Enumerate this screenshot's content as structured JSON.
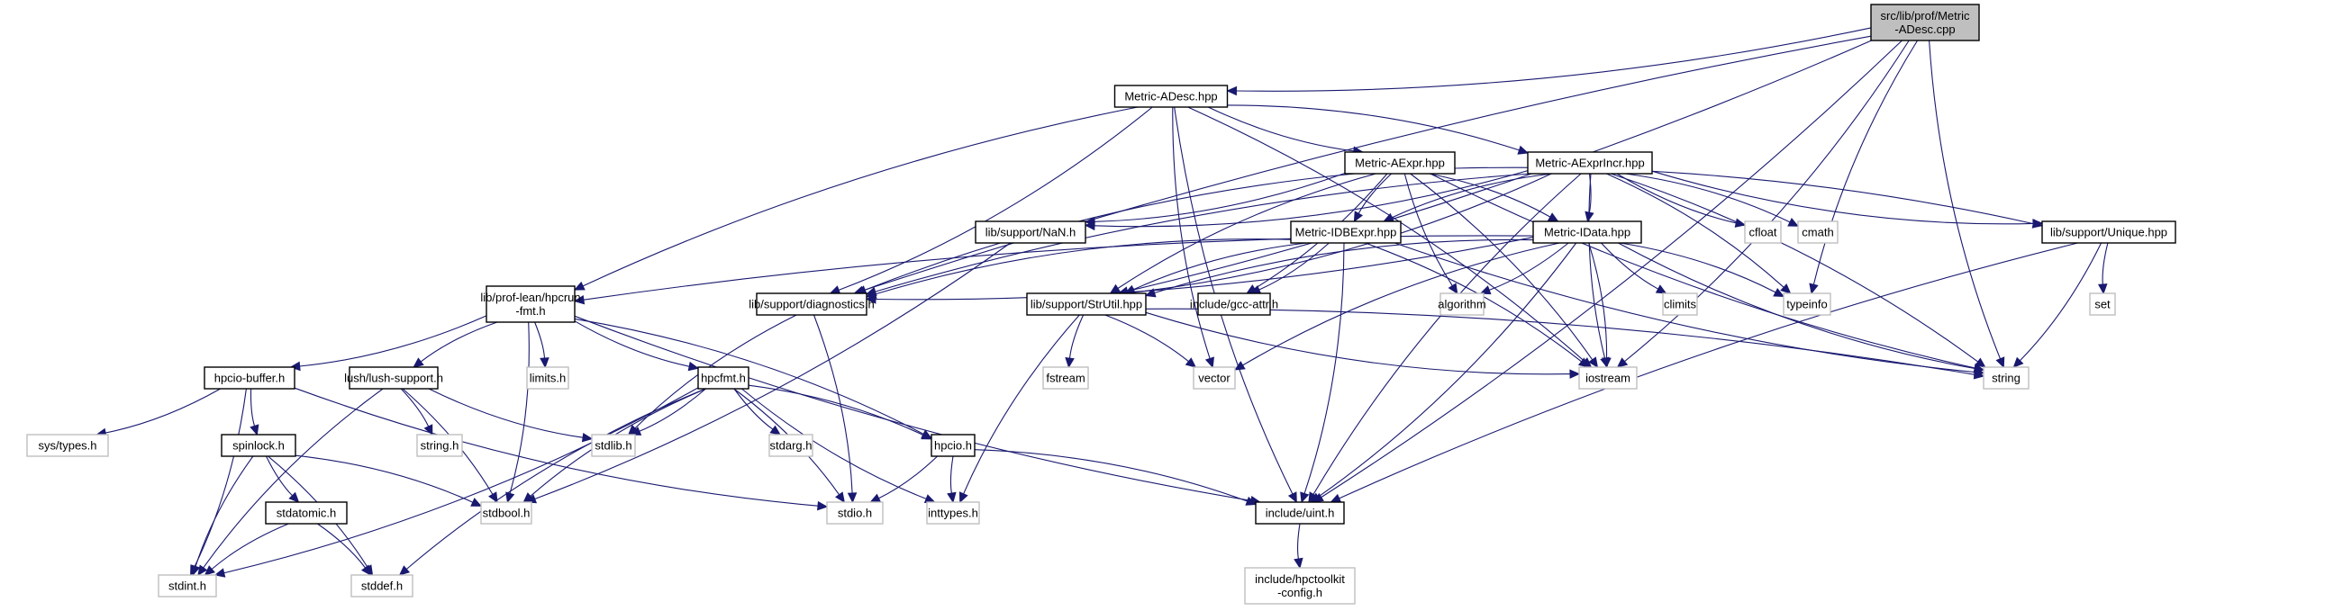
{
  "diagram": {
    "title": "Include dependency graph for src/lib/prof/Metric-ADesc.cpp",
    "colors": {
      "edge": "#191970",
      "root_fill": "#bfbfbf",
      "doc_border": "#000000",
      "sys_border": "#bfbfbf"
    },
    "nodes": [
      {
        "id": "root",
        "label": [
          "src/lib/prof/Metric",
          "-ADesc.cpp"
        ],
        "kind": "root"
      },
      {
        "id": "adesc",
        "label": [
          "Metric-ADesc.hpp"
        ],
        "kind": "doc"
      },
      {
        "id": "aexpr",
        "label": [
          "Metric-AExpr.hpp"
        ],
        "kind": "doc"
      },
      {
        "id": "aexprincr",
        "label": [
          "Metric-AExprIncr.hpp"
        ],
        "kind": "doc"
      },
      {
        "id": "nan",
        "label": [
          "lib/support/NaN.h"
        ],
        "kind": "doc"
      },
      {
        "id": "idbexpr",
        "label": [
          "Metric-IDBExpr.hpp"
        ],
        "kind": "doc"
      },
      {
        "id": "idata",
        "label": [
          "Metric-IData.hpp"
        ],
        "kind": "doc"
      },
      {
        "id": "cfloat",
        "label": [
          "cfloat"
        ],
        "kind": "sys"
      },
      {
        "id": "cmath",
        "label": [
          "cmath"
        ],
        "kind": "sys"
      },
      {
        "id": "unique",
        "label": [
          "lib/support/Unique.hpp"
        ],
        "kind": "doc"
      },
      {
        "id": "hpcrunfmt",
        "label": [
          "lib/prof-lean/hpcrun",
          "-fmt.h"
        ],
        "kind": "doc"
      },
      {
        "id": "diagnostics",
        "label": [
          "lib/support/diagnostics.h"
        ],
        "kind": "doc"
      },
      {
        "id": "strutil",
        "label": [
          "lib/support/StrUtil.hpp"
        ],
        "kind": "doc"
      },
      {
        "id": "gccattr",
        "label": [
          "include/gcc-attr.h"
        ],
        "kind": "doc"
      },
      {
        "id": "algorithm",
        "label": [
          "algorithm"
        ],
        "kind": "sys"
      },
      {
        "id": "climits",
        "label": [
          "climits"
        ],
        "kind": "sys"
      },
      {
        "id": "typeinfo",
        "label": [
          "typeinfo"
        ],
        "kind": "sys"
      },
      {
        "id": "set",
        "label": [
          "set"
        ],
        "kind": "sys"
      },
      {
        "id": "hpciobuffer",
        "label": [
          "hpcio-buffer.h"
        ],
        "kind": "doc"
      },
      {
        "id": "lush",
        "label": [
          "lush/lush-support.h"
        ],
        "kind": "doc"
      },
      {
        "id": "limits",
        "label": [
          "limits.h"
        ],
        "kind": "sys"
      },
      {
        "id": "hpcfmt",
        "label": [
          "hpcfmt.h"
        ],
        "kind": "doc"
      },
      {
        "id": "fstream",
        "label": [
          "fstream"
        ],
        "kind": "sys"
      },
      {
        "id": "vector",
        "label": [
          "vector"
        ],
        "kind": "sys"
      },
      {
        "id": "iostream",
        "label": [
          "iostream"
        ],
        "kind": "sys"
      },
      {
        "id": "string",
        "label": [
          "string"
        ],
        "kind": "sys"
      },
      {
        "id": "systypes",
        "label": [
          "sys/types.h"
        ],
        "kind": "sys"
      },
      {
        "id": "spinlock",
        "label": [
          "spinlock.h"
        ],
        "kind": "doc"
      },
      {
        "id": "stringh",
        "label": [
          "string.h"
        ],
        "kind": "sys"
      },
      {
        "id": "stdlib",
        "label": [
          "stdlib.h"
        ],
        "kind": "sys"
      },
      {
        "id": "stdarg",
        "label": [
          "stdarg.h"
        ],
        "kind": "sys"
      },
      {
        "id": "hpcio",
        "label": [
          "hpcio.h"
        ],
        "kind": "doc"
      },
      {
        "id": "stdatomic",
        "label": [
          "stdatomic.h"
        ],
        "kind": "doc"
      },
      {
        "id": "stdbool",
        "label": [
          "stdbool.h"
        ],
        "kind": "sys"
      },
      {
        "id": "stdio",
        "label": [
          "stdio.h"
        ],
        "kind": "sys"
      },
      {
        "id": "inttypes",
        "label": [
          "inttypes.h"
        ],
        "kind": "sys"
      },
      {
        "id": "uint",
        "label": [
          "include/uint.h"
        ],
        "kind": "doc"
      },
      {
        "id": "stdint",
        "label": [
          "stdint.h"
        ],
        "kind": "sys"
      },
      {
        "id": "stddef",
        "label": [
          "stddef.h"
        ],
        "kind": "sys"
      },
      {
        "id": "hpctoolkitconfig",
        "label": [
          "include/hpctoolkit",
          "-config.h"
        ],
        "kind": "sys"
      }
    ],
    "edges": [
      [
        "root",
        "adesc"
      ],
      [
        "root",
        "diagnostics"
      ],
      [
        "root",
        "strutil"
      ],
      [
        "root",
        "typeinfo"
      ],
      [
        "root",
        "iostream"
      ],
      [
        "root",
        "string"
      ],
      [
        "root",
        "uint"
      ],
      [
        "adesc",
        "aexpr"
      ],
      [
        "adesc",
        "aexprincr"
      ],
      [
        "adesc",
        "hpcrunfmt"
      ],
      [
        "adesc",
        "diagnostics"
      ],
      [
        "adesc",
        "vector"
      ],
      [
        "adesc",
        "iostream"
      ],
      [
        "adesc",
        "uint"
      ],
      [
        "aexpr",
        "nan"
      ],
      [
        "aexpr",
        "idbexpr"
      ],
      [
        "aexpr",
        "idata"
      ],
      [
        "aexpr",
        "strutil"
      ],
      [
        "aexpr",
        "gccattr"
      ],
      [
        "aexpr",
        "algorithm"
      ],
      [
        "aexpr",
        "iostream"
      ],
      [
        "aexpr",
        "string"
      ],
      [
        "aexpr",
        "unique"
      ],
      [
        "aexpr",
        "diagnostics"
      ],
      [
        "aexprincr",
        "nan"
      ],
      [
        "aexprincr",
        "idbexpr"
      ],
      [
        "aexprincr",
        "idata"
      ],
      [
        "aexprincr",
        "cfloat"
      ],
      [
        "aexprincr",
        "cmath"
      ],
      [
        "aexprincr",
        "unique"
      ],
      [
        "aexprincr",
        "strutil"
      ],
      [
        "aexprincr",
        "diagnostics"
      ],
      [
        "aexprincr",
        "typeinfo"
      ],
      [
        "aexprincr",
        "iostream"
      ],
      [
        "aexprincr",
        "string"
      ],
      [
        "aexprincr",
        "uint"
      ],
      [
        "nan",
        "stdbool"
      ],
      [
        "idbexpr",
        "strutil"
      ],
      [
        "idbexpr",
        "gccattr"
      ],
      [
        "idbexpr",
        "diagnostics"
      ],
      [
        "idbexpr",
        "iostream"
      ],
      [
        "idbexpr",
        "string"
      ],
      [
        "idbexpr",
        "uint"
      ],
      [
        "idata",
        "hpcrunfmt"
      ],
      [
        "idata",
        "diagnostics"
      ],
      [
        "idata",
        "strutil"
      ],
      [
        "idata",
        "algorithm"
      ],
      [
        "idata",
        "climits"
      ],
      [
        "idata",
        "typeinfo"
      ],
      [
        "idata",
        "vector"
      ],
      [
        "idata",
        "iostream"
      ],
      [
        "idata",
        "string"
      ],
      [
        "idata",
        "uint"
      ],
      [
        "unique",
        "set"
      ],
      [
        "unique",
        "string"
      ],
      [
        "unique",
        "uint"
      ],
      [
        "hpcrunfmt",
        "hpciobuffer"
      ],
      [
        "hpcrunfmt",
        "lush"
      ],
      [
        "hpcrunfmt",
        "limits"
      ],
      [
        "hpcrunfmt",
        "hpcfmt"
      ],
      [
        "hpcrunfmt",
        "hpcio"
      ],
      [
        "hpcrunfmt",
        "uint"
      ],
      [
        "hpcrunfmt",
        "stdbool"
      ],
      [
        "diagnostics",
        "stdlib"
      ],
      [
        "diagnostics",
        "stdio"
      ],
      [
        "strutil",
        "fstream"
      ],
      [
        "strutil",
        "vector"
      ],
      [
        "strutil",
        "iostream"
      ],
      [
        "strutil",
        "string"
      ],
      [
        "strutil",
        "inttypes"
      ],
      [
        "hpciobuffer",
        "systypes"
      ],
      [
        "hpciobuffer",
        "spinlock"
      ],
      [
        "hpciobuffer",
        "stdint"
      ],
      [
        "hpciobuffer",
        "stdio"
      ],
      [
        "lush",
        "stringh"
      ],
      [
        "lush",
        "stdlib"
      ],
      [
        "lush",
        "stdbool"
      ],
      [
        "lush",
        "stdint"
      ],
      [
        "hpcfmt",
        "stdlib"
      ],
      [
        "hpcfmt",
        "stdarg"
      ],
      [
        "hpcfmt",
        "hpcio"
      ],
      [
        "hpcfmt",
        "stdbool"
      ],
      [
        "hpcfmt",
        "stdio"
      ],
      [
        "hpcfmt",
        "inttypes"
      ],
      [
        "hpcfmt",
        "stdint"
      ],
      [
        "hpcfmt",
        "stddef"
      ],
      [
        "hpcio",
        "stdio"
      ],
      [
        "hpcio",
        "inttypes"
      ],
      [
        "hpcio",
        "uint"
      ],
      [
        "spinlock",
        "stdatomic"
      ],
      [
        "spinlock",
        "stdbool"
      ],
      [
        "spinlock",
        "stdint"
      ],
      [
        "spinlock",
        "stddef"
      ],
      [
        "stdatomic",
        "stdint"
      ],
      [
        "stdatomic",
        "stddef"
      ],
      [
        "uint",
        "hpctoolkitconfig"
      ]
    ]
  }
}
